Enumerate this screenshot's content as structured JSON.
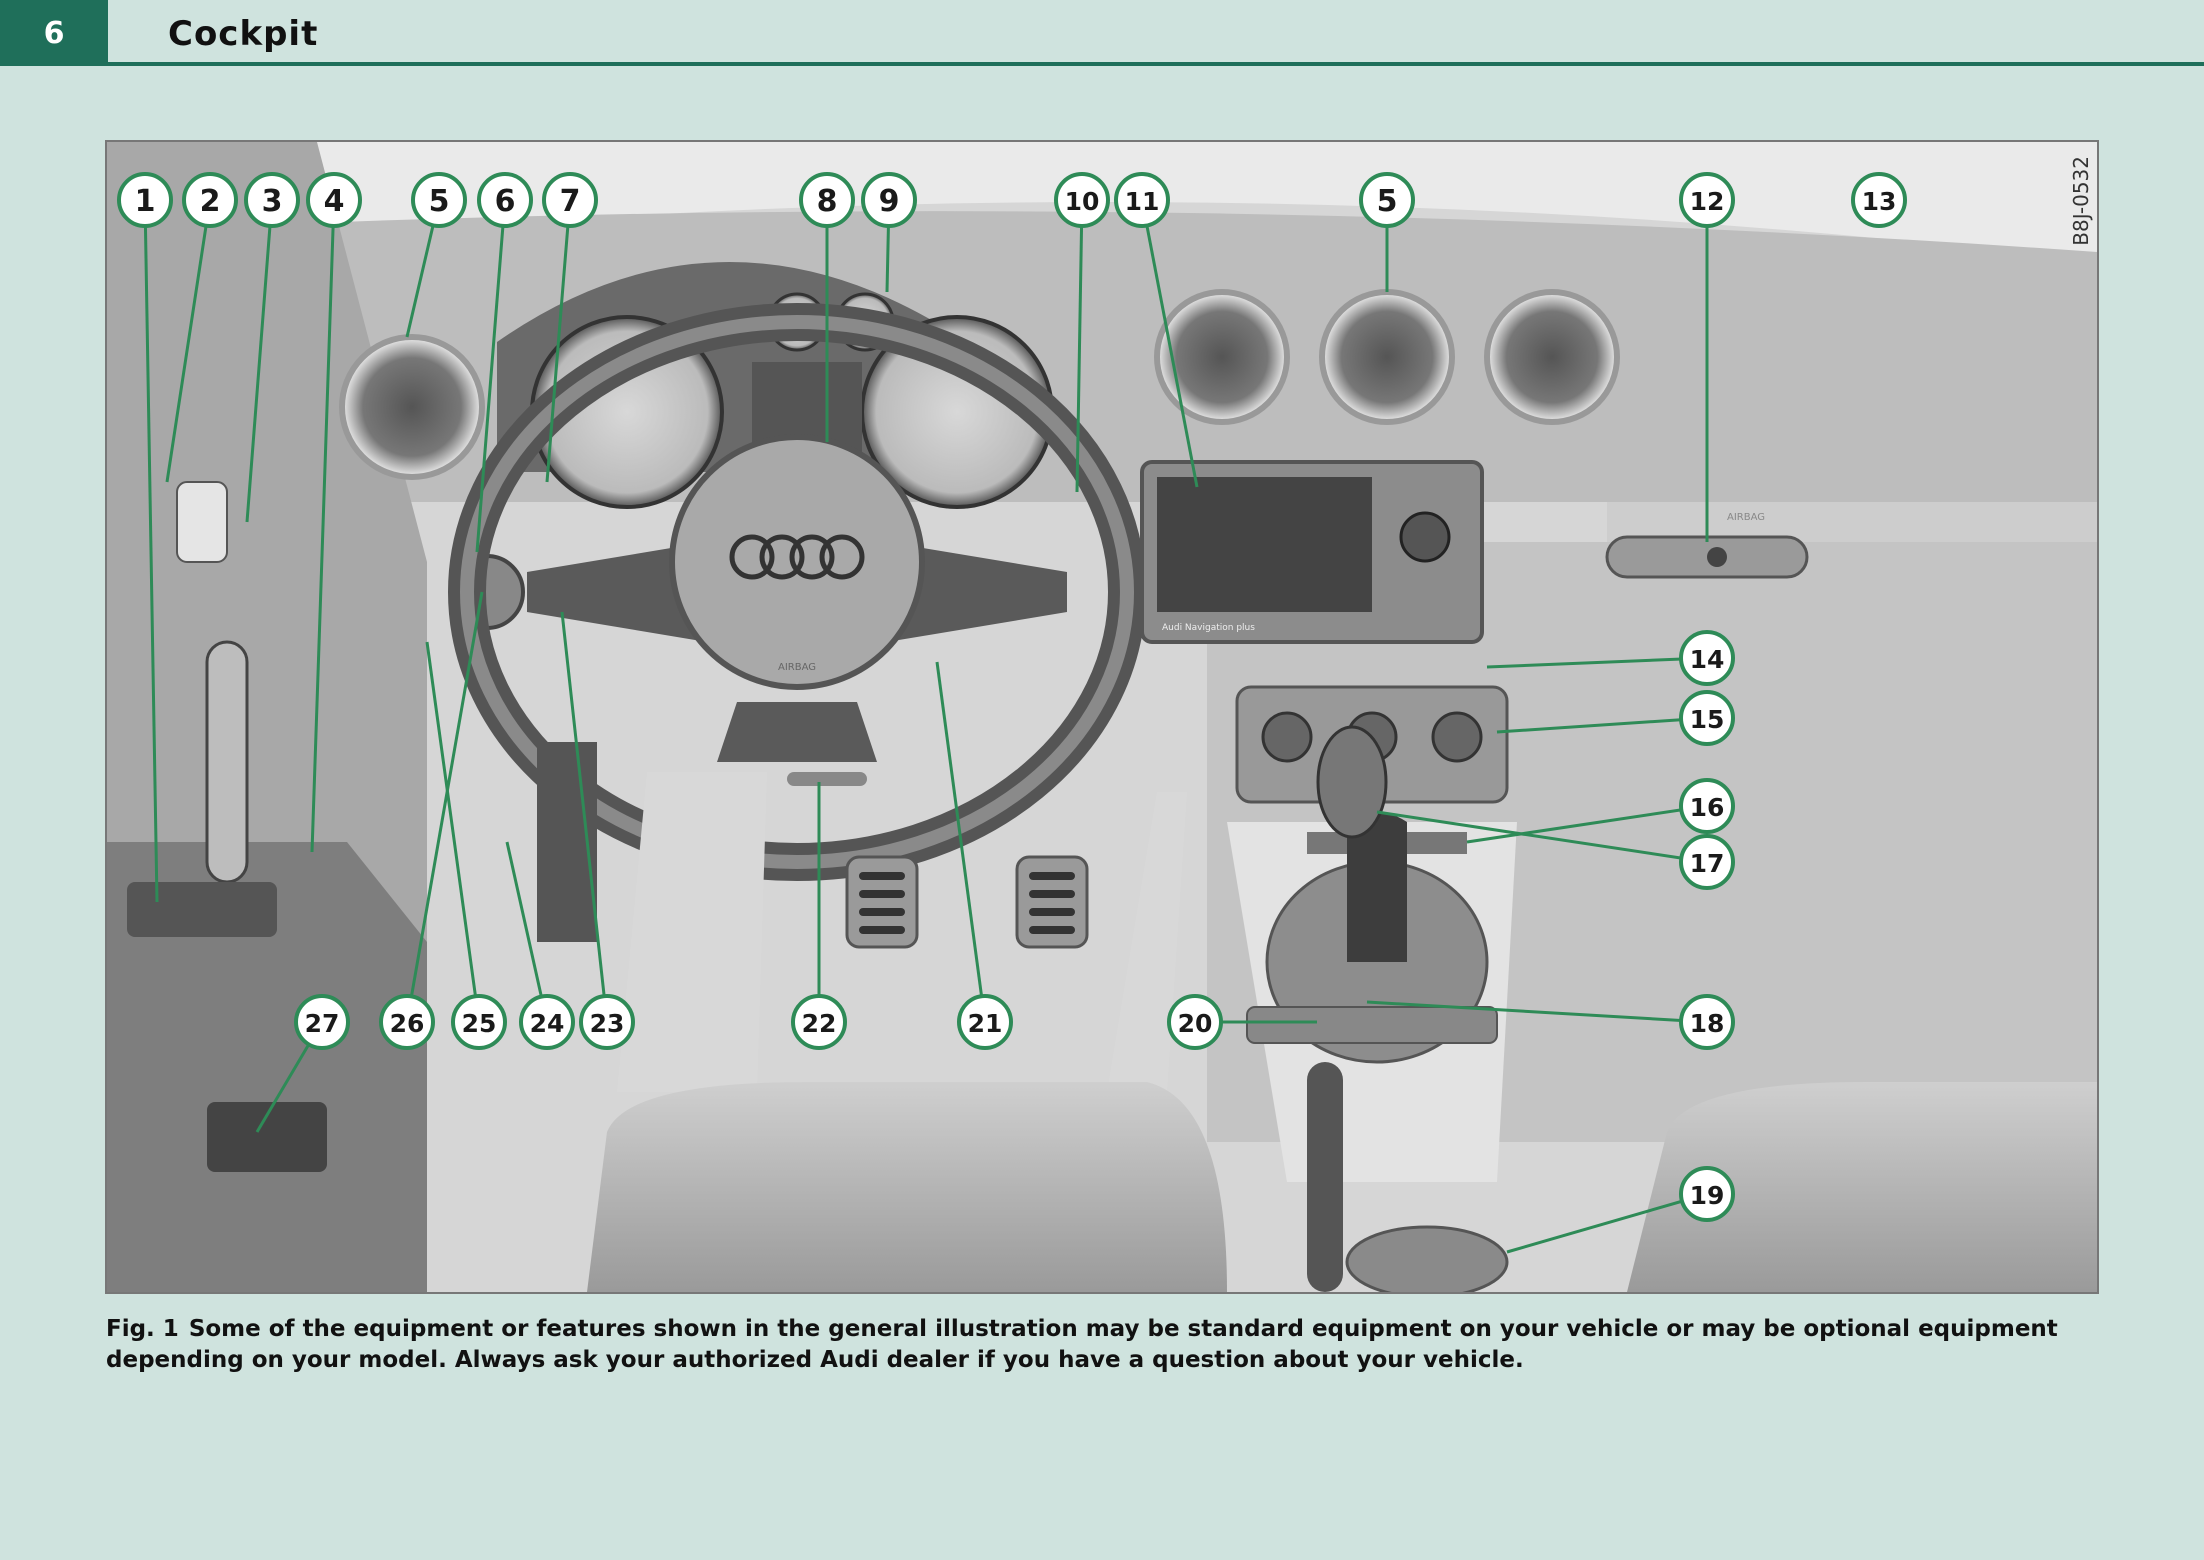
{
  "header": {
    "page_number": "6",
    "chapter_title": "Cockpit"
  },
  "figure": {
    "code": "B8J-0532",
    "callouts": [
      "1",
      "2",
      "3",
      "4",
      "5",
      "6",
      "7",
      "8",
      "9",
      "10",
      "11",
      "5",
      "12",
      "13",
      "14",
      "15",
      "16",
      "17",
      "18",
      "19",
      "20",
      "21",
      "22",
      "23",
      "24",
      "25",
      "26",
      "27"
    ],
    "embedded_text": {
      "airbag_wheel": "AIRBAG",
      "airbag_dash": "AIRBAG",
      "nav_label": "Audi Navigation plus"
    }
  },
  "caption": {
    "label": "Fig. 1",
    "text": "Some of the equipment or features shown in the general illustration may be standard equipment on your vehicle or may be optional equipment depending on your model. Always ask your authorized Audi dealer if you have a question about your vehicle."
  },
  "colors": {
    "accent": "#1f6f5a",
    "background": "#cfe3de",
    "callout_ring": "#2e8b57"
  }
}
